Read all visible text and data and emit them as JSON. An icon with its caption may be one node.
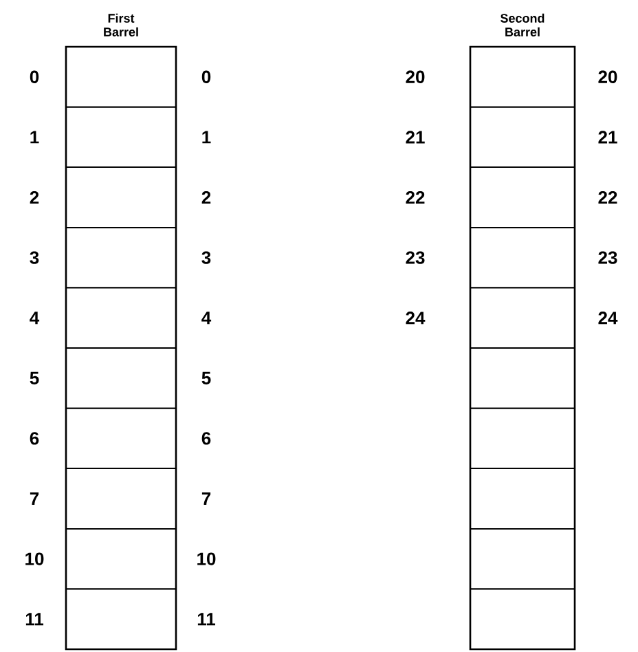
{
  "diagram": {
    "nodes": [
      {
        "text": [
          "First Barrel"
        ]
      },
      {
        "text": [],
        "shape": "box",
        "in": 0
      },
      {
        "text": [],
        "shape": "box",
        "in": 0
      },
      {
        "text": [],
        "shape": "box",
        "in": 0
      },
      {
        "text": [],
        "shape": "box",
        "in": 0
      },
      {
        "text": [],
        "shape": "box",
        "in": 0
      },
      {
        "text": [],
        "shape": "box",
        "in": 0
      },
      {
        "text": [],
        "shape": "box",
        "in": 0
      },
      {
        "text": [],
        "shape": "box",
        "in": 0
      },
      {
        "text": [],
        "shape": "box",
        "in": 0
      },
      {
        "text": [],
        "shape": "box",
        "in": 0
      },
      {
        "text": [
          "Second Barrel"
        ]
      },
      {
        "text": [],
        "shape": "box",
        "in": 11
      },
      {
        "text": [],
        "shape": "box",
        "in": 11
      },
      {
        "text": [],
        "shape": "box",
        "in": 11
      },
      {
        "text": [],
        "shape": "box",
        "in": 11
      },
      {
        "text": [],
        "shape": "box",
        "in": 11
      },
      {
        "text": [],
        "shape": "box",
        "in": 11
      },
      {
        "text": [],
        "shape": "box",
        "in": 11
      },
      {
        "text": [],
        "shape": "box",
        "in": 11
      },
      {
        "text": [],
        "shape": "box",
        "in": 11
      },
      {
        "text": [],
        "shape": "box",
        "in": 11
      }
    ],
    "edges": [],
    "labels": [
      "0",
      "0",
      "20",
      "20",
      "1",
      "1",
      "21",
      "21",
      "2",
      "2",
      "22",
      "22",
      "3",
      "3",
      "23",
      "23",
      "4",
      "4",
      "24",
      "24",
      "5",
      "5",
      "6",
      "6",
      "7",
      "7",
      "10",
      "10",
      "11",
      "11"
    ]
  }
}
